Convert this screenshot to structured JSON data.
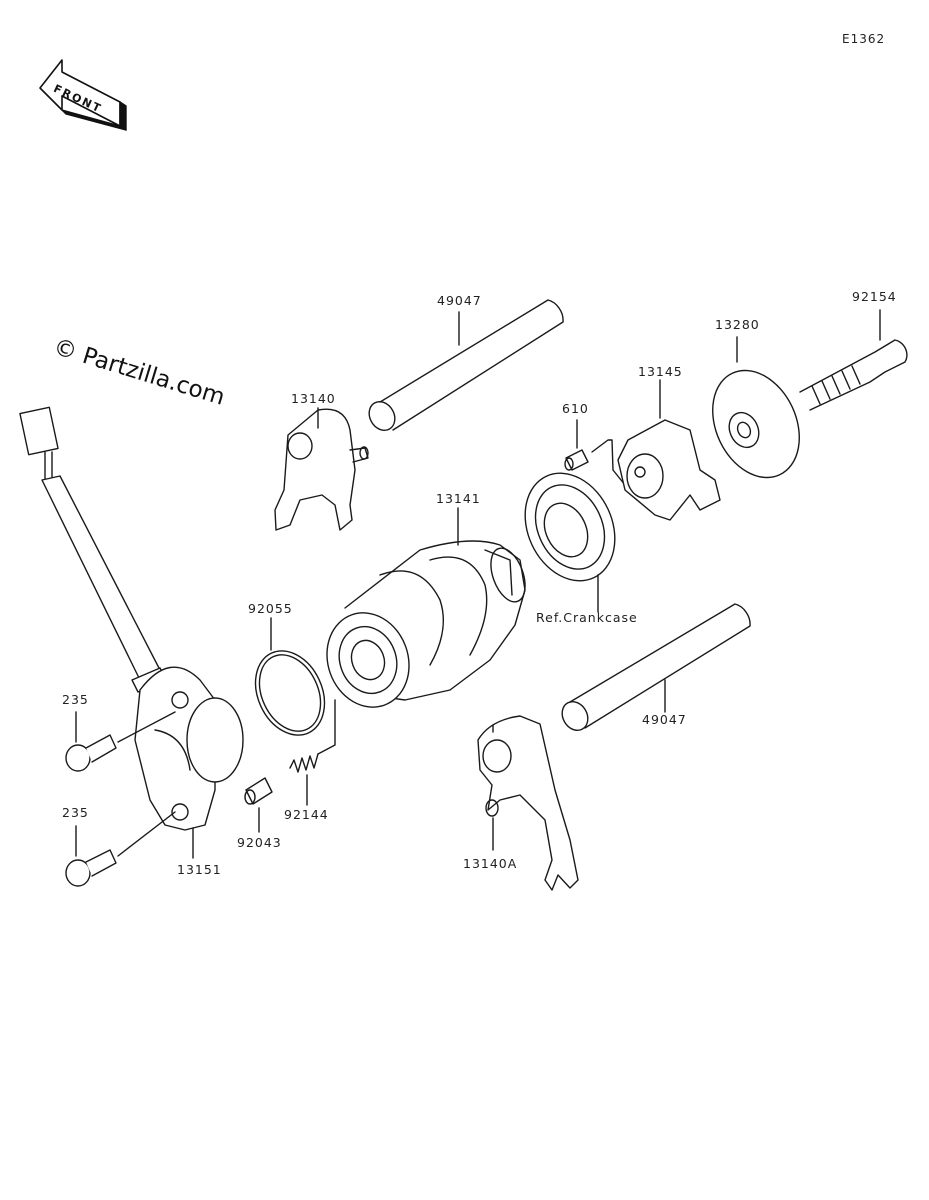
{
  "diagram": {
    "code": "E1362",
    "watermark": "© Partzilla.com",
    "front_arrow_label": "FRONT",
    "reference_note": "Ref.Crankcase",
    "parts": {
      "p49047_upper": "49047",
      "p49047_lower": "49047",
      "p13140": "13140",
      "p13140A": "13140A",
      "p13141": "13141",
      "p13145": "13145",
      "p13280": "13280",
      "p92154": "92154",
      "p610": "610",
      "p92055": "92055",
      "p235_upper": "235",
      "p235_lower": "235",
      "p92043": "92043",
      "p92144": "92144",
      "p13151": "13151"
    }
  }
}
